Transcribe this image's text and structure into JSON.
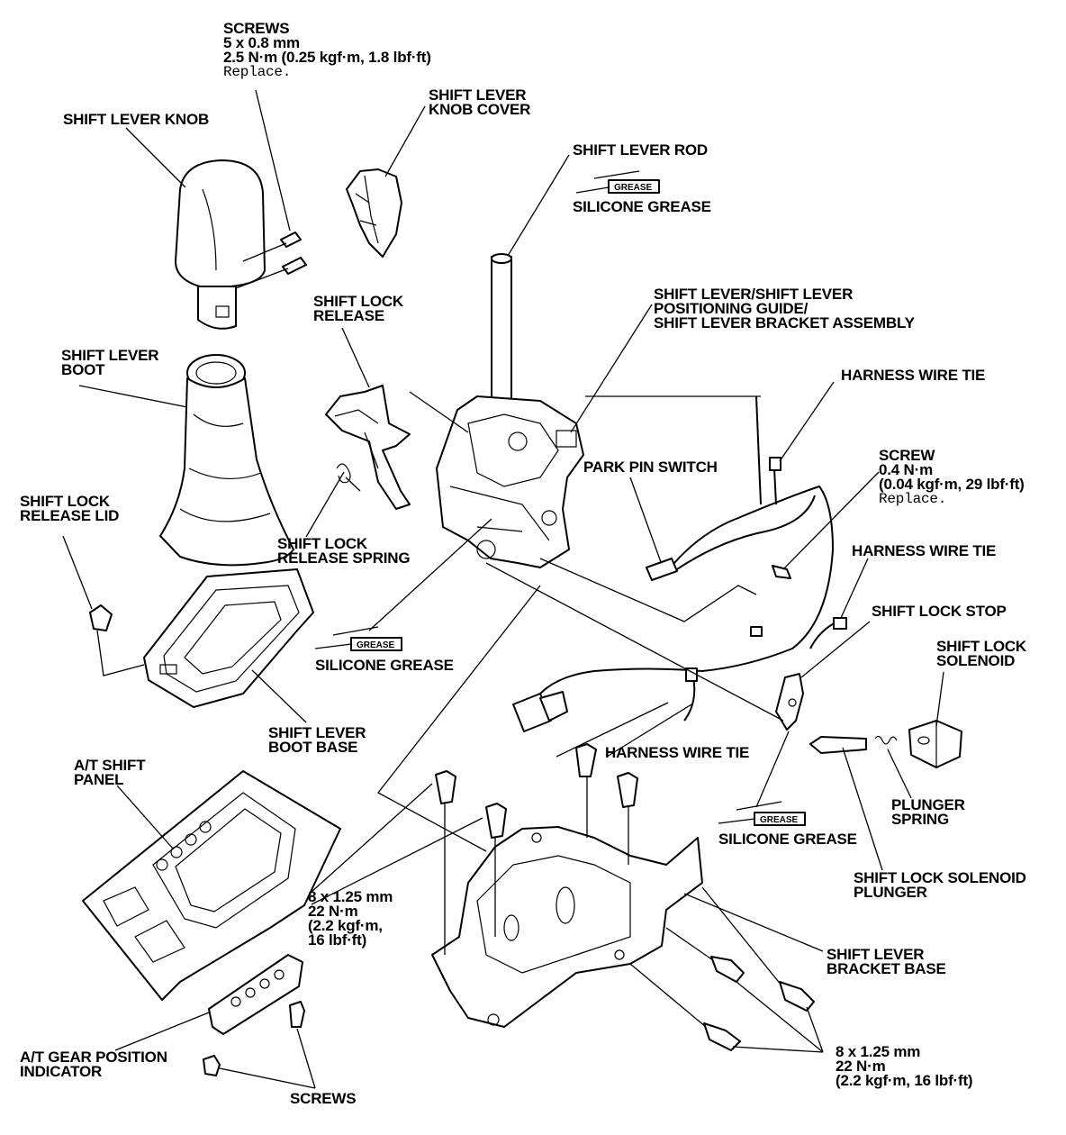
{
  "labels": {
    "screws_top": {
      "title": "SCREWS",
      "size": "5 x 0.8 mm",
      "torque": "2.5 N·m (0.25 kgf·m, 1.8 lbf·ft)",
      "note": "Replace."
    },
    "knob_cover": [
      "SHIFT LEVER",
      "KNOB COVER"
    ],
    "knob": "SHIFT LEVER KNOB",
    "rod": "SHIFT LEVER ROD",
    "grease_1": "SILICONE GREASE",
    "lock_release": [
      "SHIFT LOCK",
      "RELEASE"
    ],
    "assembly": [
      "SHIFT LEVER/SHIFT LEVER",
      "POSITIONING GUIDE/",
      "SHIFT LEVER BRACKET ASSEMBLY"
    ],
    "boot": [
      "SHIFT LEVER",
      "BOOT"
    ],
    "wire_tie_1": "HARNESS WIRE TIE",
    "screw_right": {
      "title": "SCREW",
      "torque": "0.4 N·m",
      "torque_alt": "(0.04 kgf·m, 29 lbf·ft)",
      "note": "Replace."
    },
    "park_pin": "PARK PIN SWITCH",
    "lid": [
      "SHIFT LOCK",
      "RELEASE LID"
    ],
    "release_spring": [
      "SHIFT LOCK",
      "RELEASE SPRING"
    ],
    "wire_tie_2": "HARNESS WIRE TIE",
    "lock_stop": "SHIFT LOCK STOP",
    "solenoid": [
      "SHIFT LOCK",
      "SOLENOID"
    ],
    "grease_2": "SILICONE GREASE",
    "boot_base": [
      "SHIFT LEVER",
      "BOOT BASE"
    ],
    "wire_tie_3": "HARNESS WIRE TIE",
    "at_panel": [
      "A/T SHIFT",
      "PANEL"
    ],
    "plunger_spring": [
      "PLUNGER",
      "SPRING"
    ],
    "grease_3": "SILICONE GREASE",
    "solenoid_plunger": [
      "SHIFT LOCK SOLENOID",
      "PLUNGER"
    ],
    "bolt_spec_left": [
      "8 x 1.25 mm",
      "22 N·m",
      "(2.2 kgf·m,",
      "16 lbf·ft)"
    ],
    "bracket_base": [
      "SHIFT LEVER",
      "BRACKET BASE"
    ],
    "indicator": [
      "A/T GEAR POSITION",
      "INDICATOR"
    ],
    "bolt_spec_right": [
      "8 x 1.25 mm",
      "22 N·m",
      "(2.2 kgf·m, 16 lbf·ft)"
    ],
    "screws_bottom": "SCREWS",
    "grease_tag": "GREASE"
  }
}
